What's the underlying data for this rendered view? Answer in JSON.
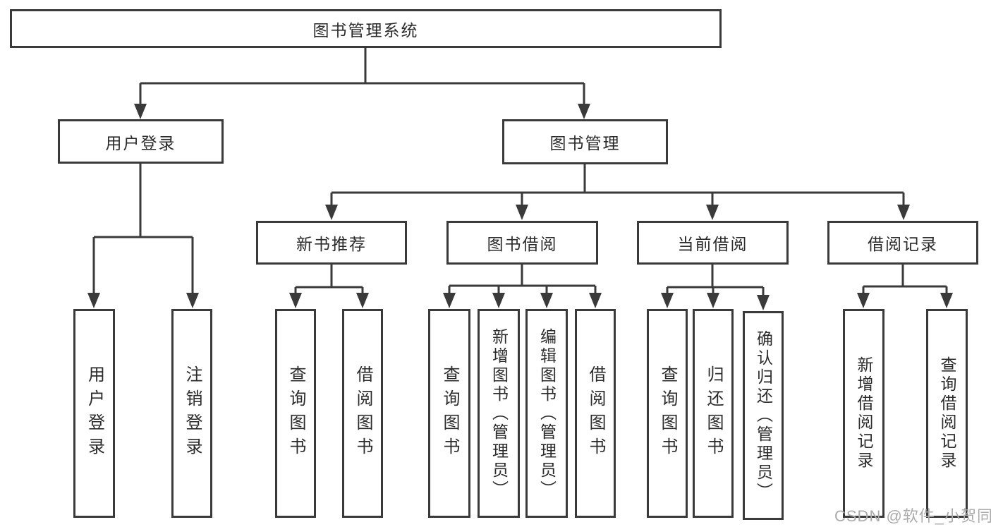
{
  "colors": {
    "line": "#3a3a3a",
    "text": "#2b2b2b",
    "watermark": "#ababab",
    "bg": "#ffffff"
  },
  "watermark": {
    "text": "CSDN @软件_小贺同学"
  },
  "tree": {
    "root": {
      "label": "图书管理系统",
      "children": [
        {
          "label": "用户登录",
          "children": [
            {
              "label": "用户登录"
            },
            {
              "label": "注销登录"
            }
          ]
        },
        {
          "label": "图书管理",
          "children": [
            {
              "label": "新书推荐",
              "children": [
                {
                  "label": "查询图书"
                },
                {
                  "label": "借阅图书"
                }
              ]
            },
            {
              "label": "图书借阅",
              "children": [
                {
                  "label": "查询图书"
                },
                {
                  "label": "新增图书（管理员）"
                },
                {
                  "label": "编辑图书（管理员）"
                },
                {
                  "label": "借阅图书"
                }
              ]
            },
            {
              "label": "当前借阅",
              "children": [
                {
                  "label": "查询图书"
                },
                {
                  "label": "归还图书"
                },
                {
                  "label": "确认归还（管理员）"
                }
              ]
            },
            {
              "label": "借阅记录",
              "children": [
                {
                  "label": "新增借阅记录"
                },
                {
                  "label": "查询借阅记录"
                }
              ]
            }
          ]
        }
      ]
    }
  }
}
